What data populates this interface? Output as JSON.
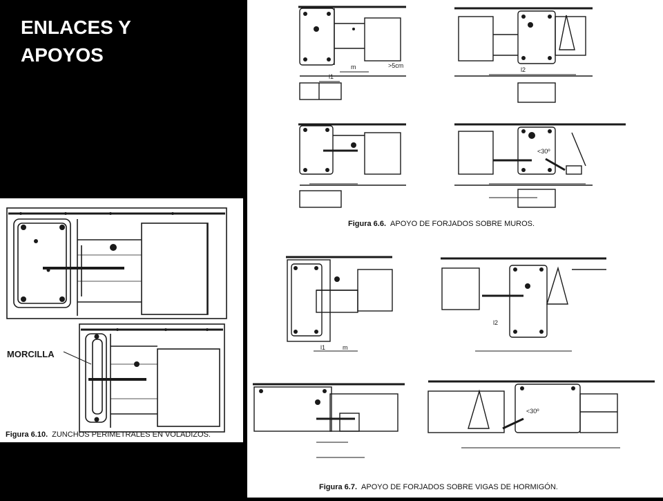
{
  "slide": {
    "title_line1": "ENLACES Y",
    "title_line2": "APOYOS"
  },
  "figure_6_10": {
    "number": "Figura 6.10.",
    "caption": "ZUNCHOS PERIMETRALES EN VOLADIZOS.",
    "label": "MORCILLA"
  },
  "figure_6_6": {
    "number": "Figura 6.6.",
    "caption": "APOYO DE FORJADOS SOBRE MUROS.",
    "labels": {
      "gap": ">5cm",
      "l1": "l1",
      "l2": "l2",
      "m": "m",
      "angle": "<30º"
    }
  },
  "figure_6_7": {
    "number": "Figura 6.7.",
    "caption": "APOYO DE FORJADOS SOBRE VIGAS DE HORMIGÓN.",
    "labels": {
      "l1": "l1",
      "l2": "l2",
      "m": "m",
      "angle": "<30º"
    }
  },
  "colors": {
    "background": "#000000",
    "paper": "#ffffff",
    "ink": "#1a1a1a"
  }
}
